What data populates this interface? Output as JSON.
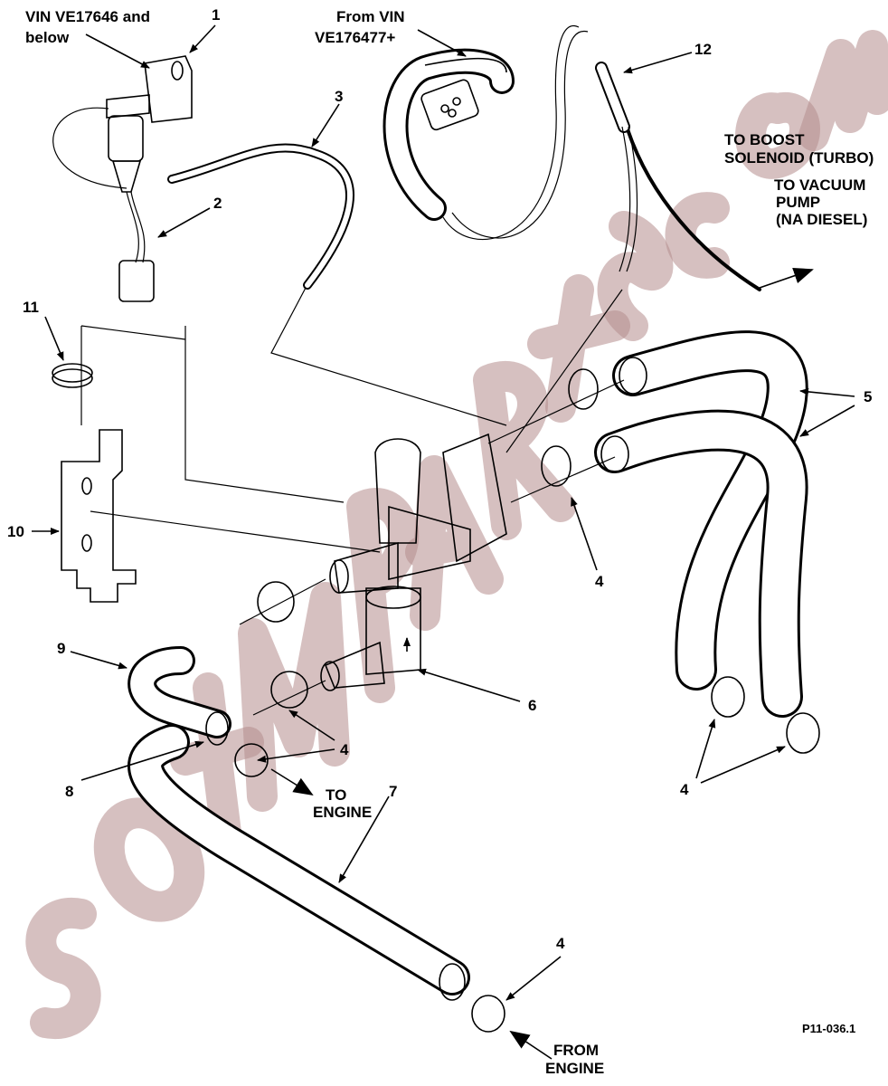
{
  "watermark": "sotmparts.com",
  "callouts": {
    "vin_below": [
      "VIN VE17646 and",
      "below"
    ],
    "vin_from": [
      "From VIN",
      "VE176477+"
    ],
    "to_boost": [
      "TO  BOOST",
      "SOLENOID (TURBO)"
    ],
    "to_vacuum": [
      "TO  VACUUM",
      "PUMP",
      "(NA DIESEL)"
    ],
    "to_engine": [
      "TO",
      "ENGINE"
    ],
    "from_engine": [
      "FROM",
      "ENGINE"
    ]
  },
  "part_numbers": {
    "n1": "1",
    "n2": "2",
    "n3": "3",
    "n4a": "4",
    "n4b": "4",
    "n4c": "4",
    "n4d": "4",
    "n5": "5",
    "n6": "6",
    "n7": "7",
    "n8": "8",
    "n9": "9",
    "n10": "10",
    "n11": "11",
    "n12": "12"
  },
  "figure_code": "P11-036.1"
}
